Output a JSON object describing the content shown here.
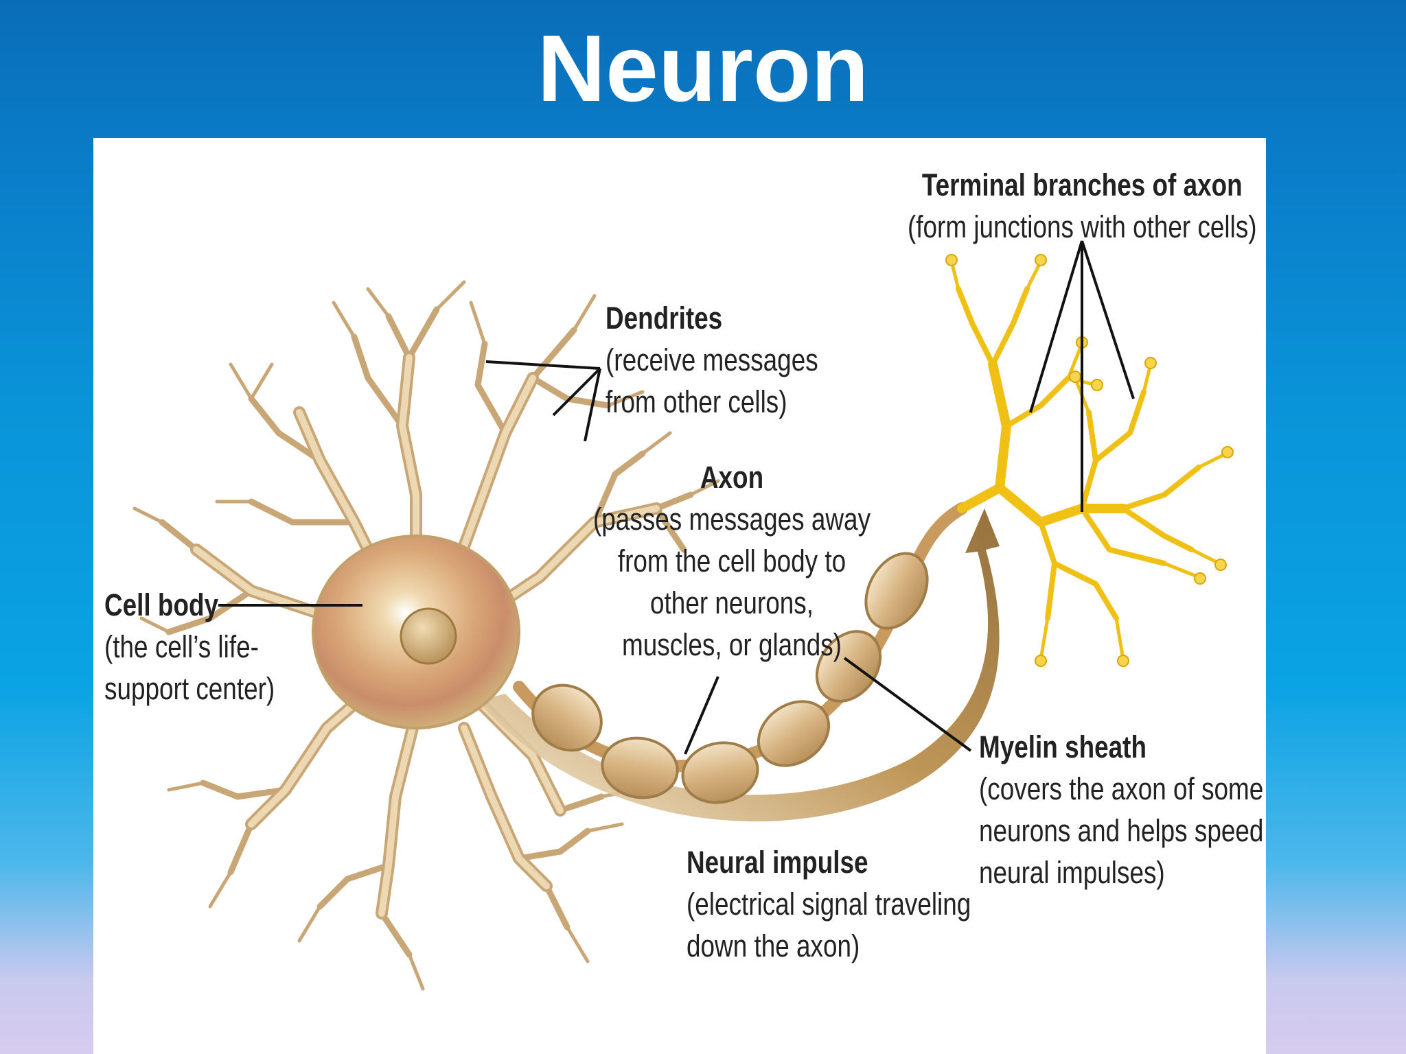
{
  "slide": {
    "title": "Neuron"
  },
  "labels": {
    "terminal": {
      "heading": "Terminal branches of axon",
      "desc": [
        "(form junctions with other cells)"
      ]
    },
    "dendrites": {
      "heading": "Dendrites",
      "desc": [
        "(receive messages",
        "from other cells)"
      ]
    },
    "axon": {
      "heading": "Axon",
      "desc": [
        "(passes messages away",
        "from the cell body to",
        "other neurons,",
        "muscles, or glands)"
      ]
    },
    "cell_body": {
      "heading": "Cell body",
      "desc": [
        "(the cell’s life-",
        "support center)"
      ]
    },
    "myelin": {
      "heading": "Myelin sheath",
      "desc": [
        "(covers the axon of some",
        "neurons and helps speed",
        "neural impulses)"
      ]
    },
    "impulse": {
      "heading": "Neural impulse",
      "desc": [
        "(electrical signal traveling",
        "down the axon)"
      ]
    }
  },
  "colors": {
    "cell_fill": "#e6cfa4",
    "cell_stroke": "#b8955f",
    "nucleus": "#c9a46a",
    "myelin": "#d9b98c",
    "terminal": "#f5c518",
    "impulse_arrow": "#9a7434",
    "pointer": "#111111"
  }
}
